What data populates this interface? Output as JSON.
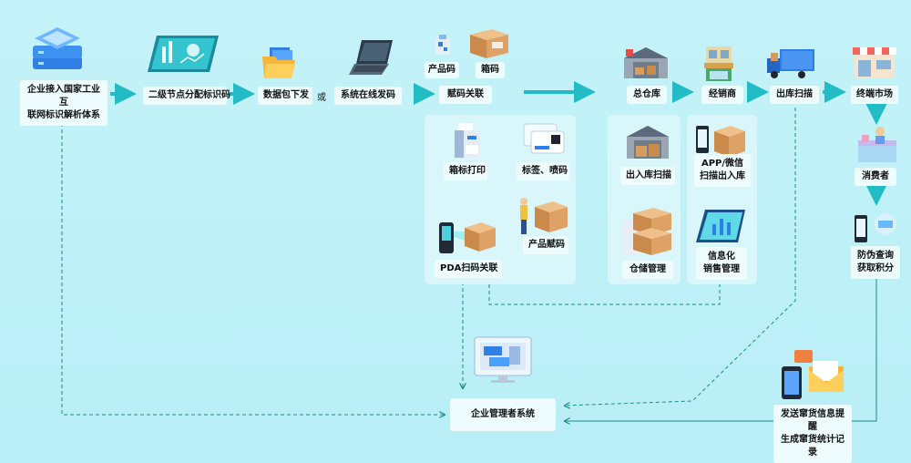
{
  "colors": {
    "background": "#bff2f8",
    "arrow": "#22bcc6",
    "dashed": "#1a8a8a",
    "label_bg": "#eefcfe",
    "panel_bg": "#d9f7fb",
    "box_brown": "#d79a5c",
    "blue_icon": "#2f7fe6"
  },
  "nodes": {
    "enterprise": "企业接入国家工业互\n联网标识解析体系",
    "secondary_node": "二级节点分配标识码",
    "data_package": "数据包下发",
    "or": "或",
    "online_code": "系统在线发码",
    "product_code": "产品码",
    "box_code": "箱码",
    "code_association": "赋码关联",
    "box_label_print": "箱标打印",
    "label_spray": "标签、喷码",
    "product_coding": "产品赋码",
    "pda_scan": "PDA扫码关联",
    "main_warehouse": "总仓库",
    "in_out_scan": "出入库扫描",
    "warehouse_mgmt": "仓储管理",
    "distributor": "经销商",
    "app_wechat": "APP/微信\n扫描出入库",
    "sales_mgmt": "信息化\n销售管理",
    "outbound_scan": "出库扫描",
    "terminal_market": "终端市场",
    "consumer": "消费者",
    "anti_fake": "防伪查询\n获取积分",
    "mgmt_system": "企业管理者系统",
    "alert": "发送窜货信息提醒\n生成窜货统计记录"
  },
  "icons": [
    "server-cube-icon",
    "tablet-chart-icon",
    "folder-icon",
    "laptop-icon",
    "product-code-icon",
    "shipping-box-icon",
    "warehouse-icon",
    "shop-icon",
    "delivery-truck-icon",
    "market-store-icon",
    "printer-icon",
    "label-tags-icon",
    "worker-box-icon",
    "pda-scanner-icon",
    "warehouse-boxes-icon",
    "phone-scan-icon",
    "stacked-boxes-icon",
    "tablet-sales-icon",
    "consumer-counter-icon",
    "phone-verify-icon",
    "monitor-icon",
    "phone-mail-icon"
  ]
}
